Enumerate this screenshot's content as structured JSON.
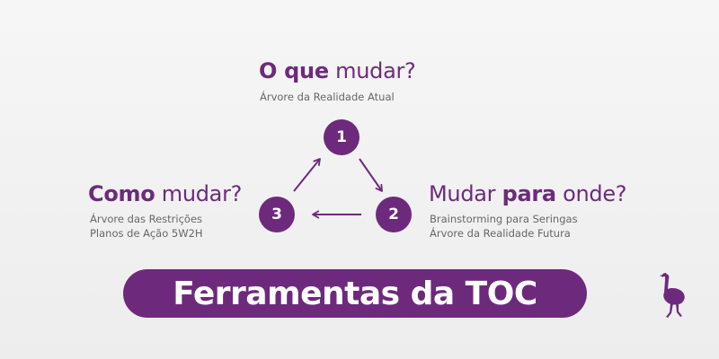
{
  "colors": {
    "accent": "#6d2a7c",
    "text_secondary": "#666666",
    "background": "#f1f1f1"
  },
  "steps": [
    {
      "number": "1",
      "title_bold": "O que",
      "title_rest": " mudar?",
      "lines": [
        "Árvore da Realidade Atual"
      ]
    },
    {
      "number": "2",
      "title_lead": "Mudar ",
      "title_bold": "para",
      "title_rest": " onde?",
      "lines": [
        "Brainstorming para Seringas",
        "Árvore da Realidade Futura"
      ]
    },
    {
      "number": "3",
      "title_bold": "Como",
      "title_rest": " mudar?",
      "lines": [
        "Árvore das Restrições",
        "Planos de Ação 5W2H"
      ]
    }
  ],
  "cycle": [
    "1 → 2",
    "2 → 3",
    "3 → 1"
  ],
  "banner": {
    "title": "Ferramentas da TOC"
  },
  "logo": {
    "icon": "ostrich-icon"
  }
}
